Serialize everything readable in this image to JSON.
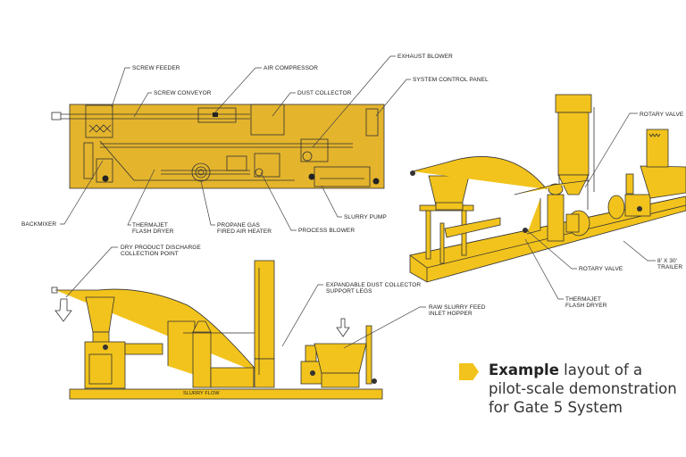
{
  "plan_view": {
    "labels": {
      "screw_feeder": "SCREW FEEDER",
      "screw_conveyor": "SCREW CONVEYOR",
      "air_compressor": "AIR COMPRESSOR",
      "dust_collector": "DUST COLLECTOR",
      "exhaust_blower": "EXHAUST BLOWER",
      "system_control_panel": "SYSTEM CONTROL PANEL",
      "backmixer": "BACKMIXER",
      "thermajet_line1": "THERMAJET",
      "thermajet_line2": "FLASH DRYER",
      "heater_line1": "PROPANE GAS",
      "heater_line2": "FIRED AIR HEATER",
      "process_blower": "PROCESS BLOWER",
      "slurry_pump": "SLURRY PUMP"
    }
  },
  "iso_view": {
    "labels": {
      "rotary_valve_top": "ROTARY VALVE",
      "rotary_valve_bottom": "ROTARY VALVE",
      "trailer_line1": "8' X 30'",
      "trailer_line2": "TRAILER",
      "thermajet_line1": "THERMAJET",
      "thermajet_line2": "FLASH DRYER"
    }
  },
  "side_view": {
    "labels": {
      "discharge_line1": "DRY PRODUCT DISCHARGE",
      "discharge_line2": "COLLECTION POINT",
      "legs_line1": "EXPANDABLE DUST COLLECTOR",
      "legs_line2": "SUPPORT LEGS",
      "hopper_line1": "RAW SLURRY FEED",
      "hopper_line2": "INLET HOPPER",
      "slurry_flow": "SLURRY FLOW"
    }
  },
  "caption": {
    "bold": "Example",
    "line1_rest": " layout of a",
    "line2": "pilot-scale demonstration",
    "line3": "for Gate 5 System"
  },
  "colors": {
    "equipment_yellow": "#f2c31c",
    "plan_yellow": "#e4b42c",
    "text": "#333333"
  }
}
